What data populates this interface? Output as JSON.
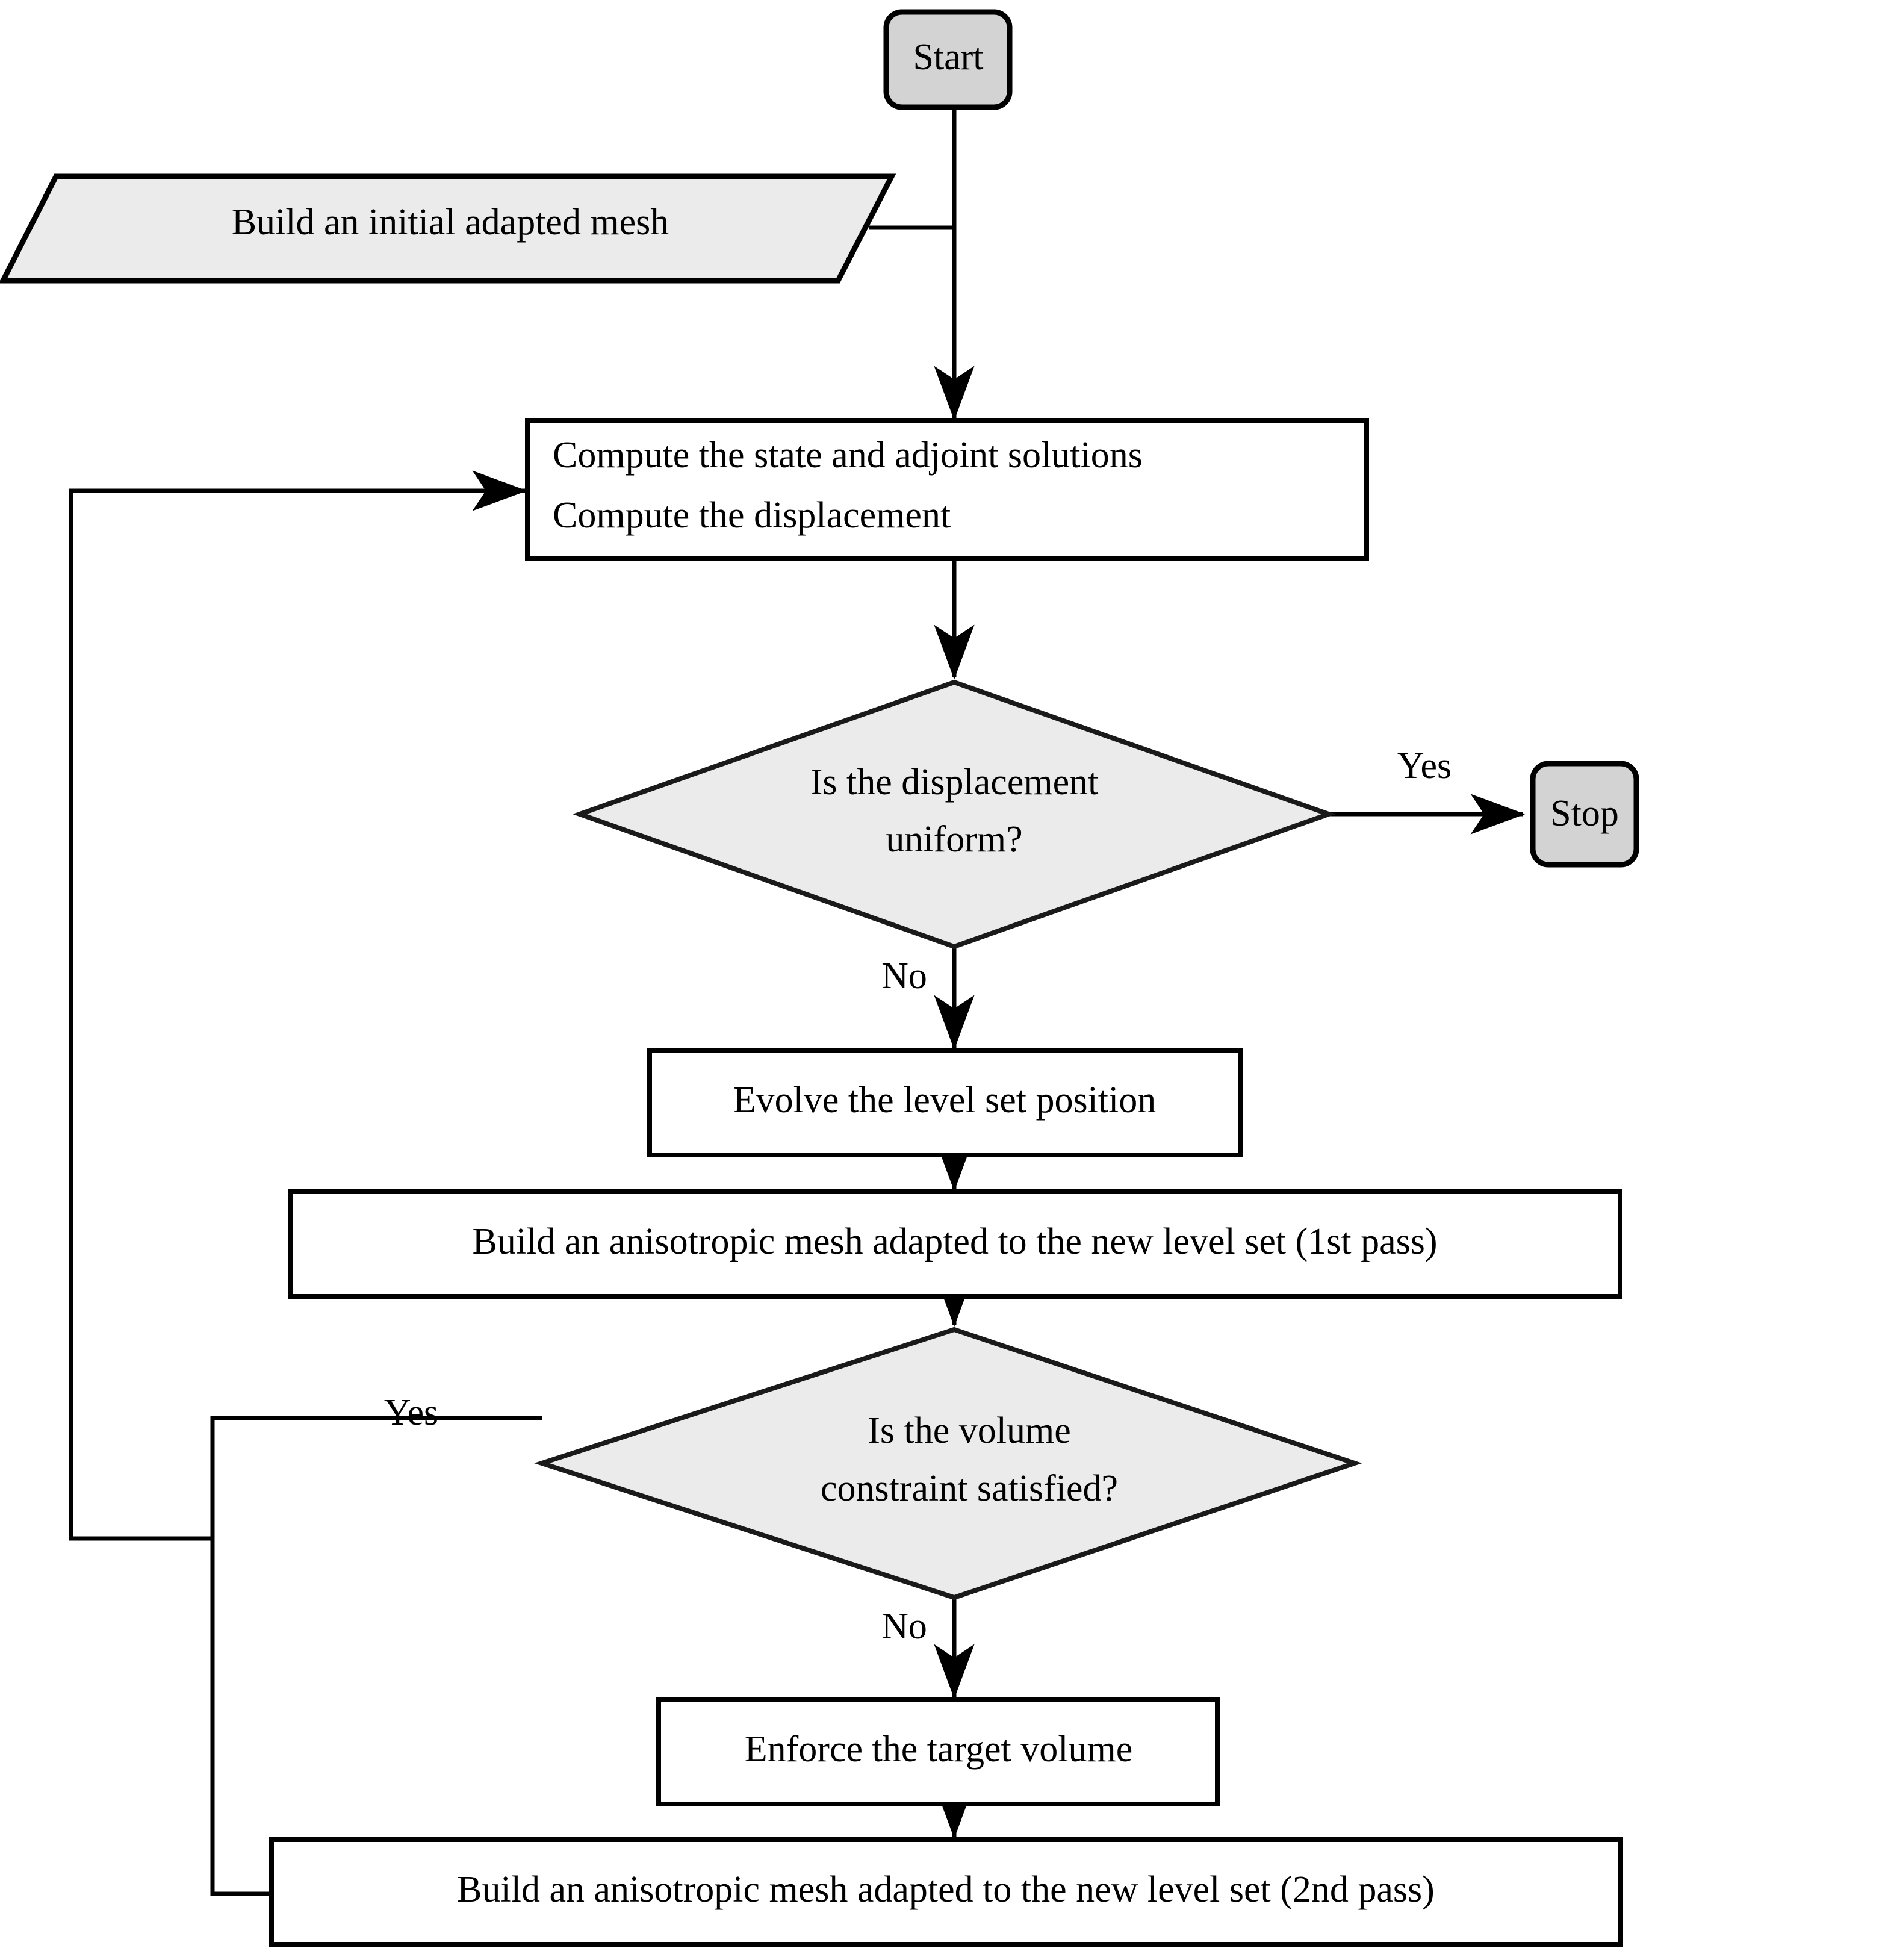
{
  "diagram": {
    "title": "Level set topology optimization with anisotropic mesh adaptation flowchart",
    "background_color": "#ffffff",
    "line_color": "#000000",
    "terminal_fill": "#d3d3d3",
    "decision_fill": "#ebebeb",
    "io_fill": "#ebebeb",
    "process_fill": "#ffffff"
  },
  "nodes": {
    "start": {
      "label": "Start",
      "shape": "rounded-terminal"
    },
    "initial_mesh": {
      "label": "Build an initial adapted mesh",
      "shape": "parallelogram-io"
    },
    "compute": {
      "line1": "Compute the state and adjoint solutions",
      "line2": "Compute the displacement",
      "shape": "rectangle-process"
    },
    "decision_displacement": {
      "line1": "Is the displacement",
      "line2": "uniform?",
      "shape": "diamond-decision"
    },
    "stop": {
      "label": "Stop",
      "shape": "rounded-terminal"
    },
    "evolve": {
      "label": "Evolve the level set position",
      "shape": "rectangle-process"
    },
    "mesh_pass1": {
      "label": "Build an anisotropic mesh adapted to the new level set (1st pass)",
      "shape": "rectangle-process"
    },
    "decision_volume": {
      "line1": "Is the volume",
      "line2": "constraint satisfied?",
      "shape": "diamond-decision"
    },
    "enforce_volume": {
      "label": "Enforce the target volume",
      "shape": "rectangle-process"
    },
    "mesh_pass2": {
      "label": "Build an anisotropic mesh adapted to the new level set (2nd pass)",
      "shape": "rectangle-process"
    }
  },
  "edge_labels": {
    "displacement_yes": "Yes",
    "displacement_no": "No",
    "volume_yes": "Yes",
    "volume_no": "No"
  }
}
